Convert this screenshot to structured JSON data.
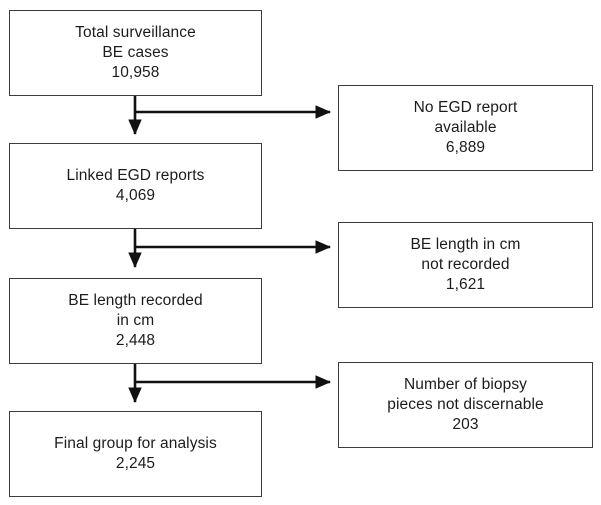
{
  "flowchart": {
    "type": "flow-diagram",
    "left_boxes": [
      {
        "id": "total-surveillance-be-cases",
        "lines": [
          "Total surveillance",
          "BE cases",
          "10,958"
        ]
      },
      {
        "id": "linked-egd-reports",
        "lines": [
          "Linked EGD reports",
          "4,069"
        ]
      },
      {
        "id": "be-length-recorded",
        "lines": [
          "BE length recorded",
          "in cm",
          "2,448"
        ]
      },
      {
        "id": "final-group-for-analysis",
        "lines": [
          "Final group for analysis",
          "2,245"
        ]
      }
    ],
    "right_boxes": [
      {
        "id": "no-egd-report-available",
        "lines": [
          "No EGD report",
          "available",
          "6,889"
        ]
      },
      {
        "id": "be-length-not-recorded",
        "lines": [
          "BE length in cm",
          "not recorded",
          "1,621"
        ]
      },
      {
        "id": "biopsy-pieces-not-discernable",
        "lines": [
          "Number of biopsy",
          "pieces not discernable",
          "203"
        ]
      }
    ],
    "colors": {
      "background": "#ffffff",
      "box_border": "#3c3c3c",
      "arrow": "#111111",
      "text": "#1c1c1c"
    }
  }
}
